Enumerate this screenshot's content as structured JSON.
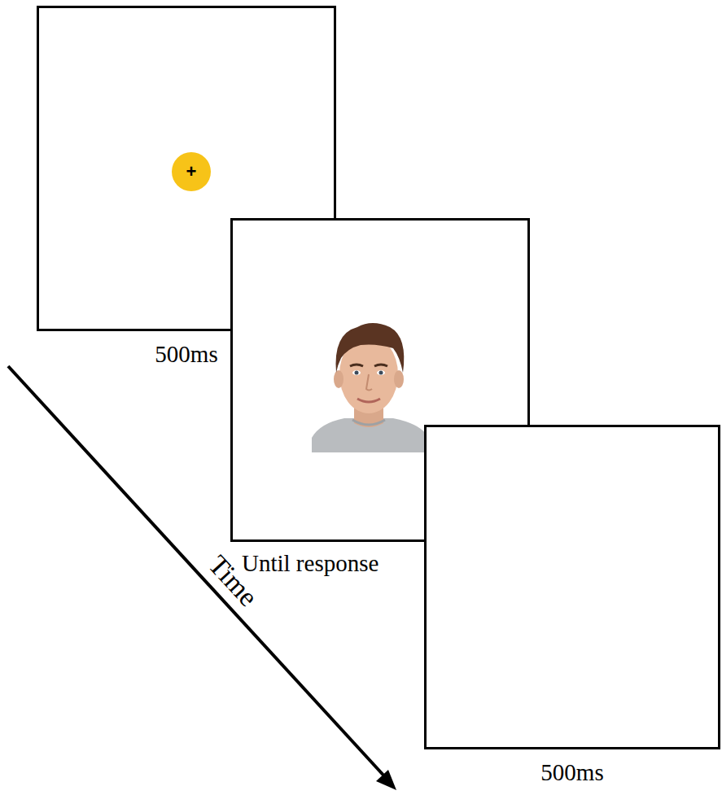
{
  "diagram": {
    "nodes": [
      {
        "text": [
          "500ms"
        ]
      },
      {
        "text": [
          "+"
        ],
        "in": 0
      },
      {
        "text": [
          "Until response"
        ]
      },
      {
        "text": [
          "500ms"
        ]
      }
    ],
    "labels": [
      "Time"
    ]
  }
}
